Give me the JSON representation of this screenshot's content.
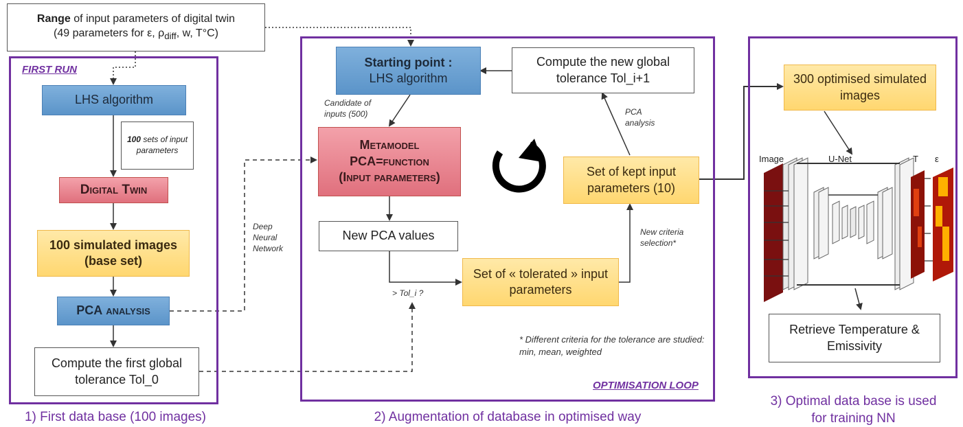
{
  "range_box": {
    "bold": "Range",
    "line1_rest": " of input parameters of digital twin",
    "line2_pre": "(49 parameters for ε, ρ",
    "line2_sub": "diff",
    "line2_post": ", w, T°C)"
  },
  "panel1": {
    "tag": "FIRST RUN",
    "lhs": "LHS algorithm",
    "sets_note": {
      "bold": "100",
      "rest": " sets of input parameters"
    },
    "digital_twin": "Digital Twin",
    "simulated": "100 simulated images (base set)",
    "pca": {
      "main": "PCA",
      "rest": " analysis"
    },
    "tolerance": "Compute the first global tolerance Tol_0",
    "caption": "1) First data base (100 images)"
  },
  "dnn_note": "Deep Neural Network",
  "panel2": {
    "tag": "OPTIMISATION LOOP",
    "starting_bold": "Starting point :",
    "starting_rest": "LHS algorithm",
    "candidate_note": "Candidate of inputs (500)",
    "metamodel": {
      "line1": "Metamodel",
      "line2": "PCA=function",
      "line3": "(Input parameters)"
    },
    "new_pca": "New PCA values",
    "tol_note": "> Tol_i ?",
    "tolerated": "Set of « tolerated » input parameters",
    "criteria_note": "New criteria selection*",
    "kept": "Set of kept input parameters (10)",
    "pca_note": "PCA analysis",
    "global_tol": "Compute the new global tolerance Tol_i+1",
    "footnote": "* Different criteria for the tolerance are studied: min, mean, weighted",
    "caption": "2) Augmentation of database in optimised way"
  },
  "panel3": {
    "optimised": "300 optimised simulated images",
    "labels": {
      "image": "Image",
      "unet": "U-Net",
      "t": "T",
      "eps": "ε"
    },
    "retrieve": "Retrieve Temperature & Emissivity",
    "caption": "3) Optimal data base is used for training NN"
  },
  "colors": {
    "purple": "#7030a0",
    "blue": "#5b94c9",
    "red": "#e0707d",
    "orange": "#ffd770"
  }
}
